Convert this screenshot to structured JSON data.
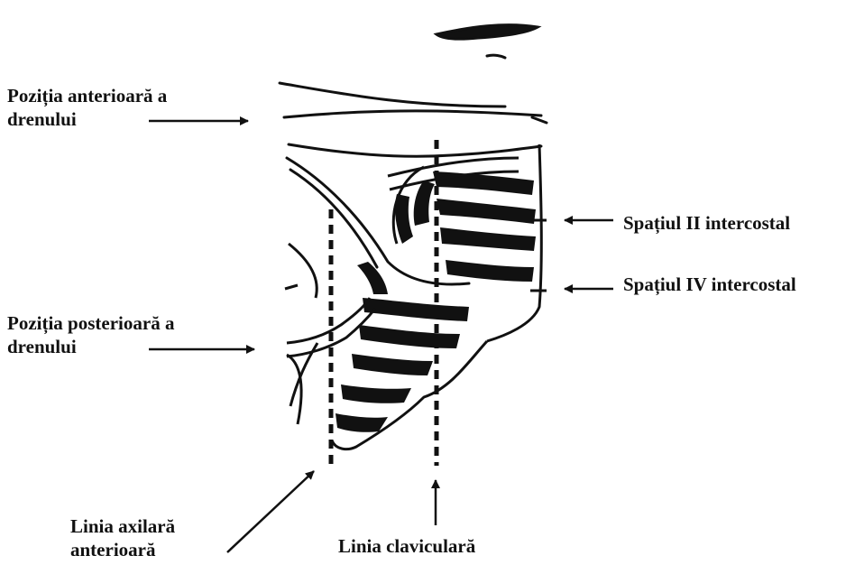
{
  "labels": {
    "anterior_position": [
      "Poziția anterioară a",
      "drenului"
    ],
    "posterior_position": [
      "Poziția posterioară a",
      "drenului"
    ],
    "space_ii": "Spațiul II intercostal",
    "space_iv": "Spațiul IV intercostal",
    "anterior_axillary_line": [
      "Linia axilară",
      "anterioară"
    ],
    "clavicular_line": "Linia claviculară"
  },
  "colors": {
    "ink": "#111111",
    "background": "#ffffff"
  }
}
